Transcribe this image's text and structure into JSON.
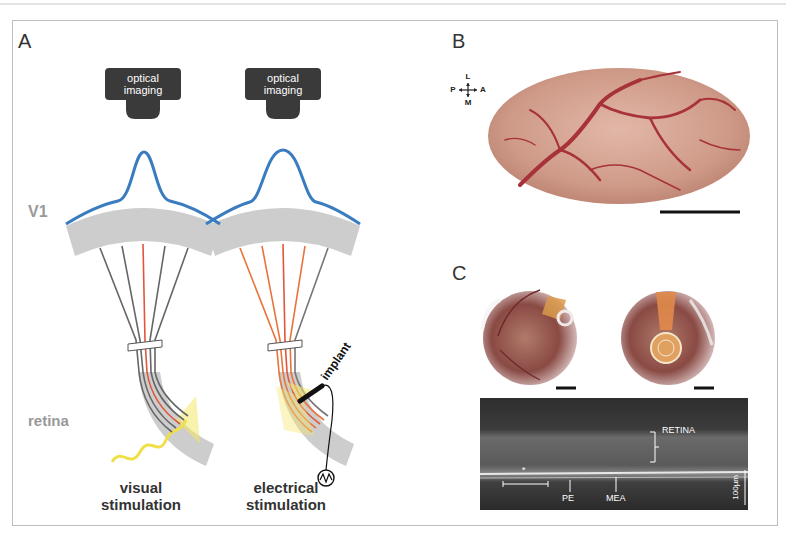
{
  "diagram": {
    "nodes": [
      {
        "text": [
          "optical imaging"
        ]
      },
      {
        "text": [
          "optical imaging"
        ]
      }
    ],
    "labels": [
      "A",
      "V1",
      "retina",
      "visual stimulation",
      "electrical stimulation",
      "implant",
      "B",
      "L",
      "P",
      "A",
      "M",
      "C",
      "RETINA",
      "*",
      "PE",
      "MEA",
      "100µm"
    ]
  }
}
